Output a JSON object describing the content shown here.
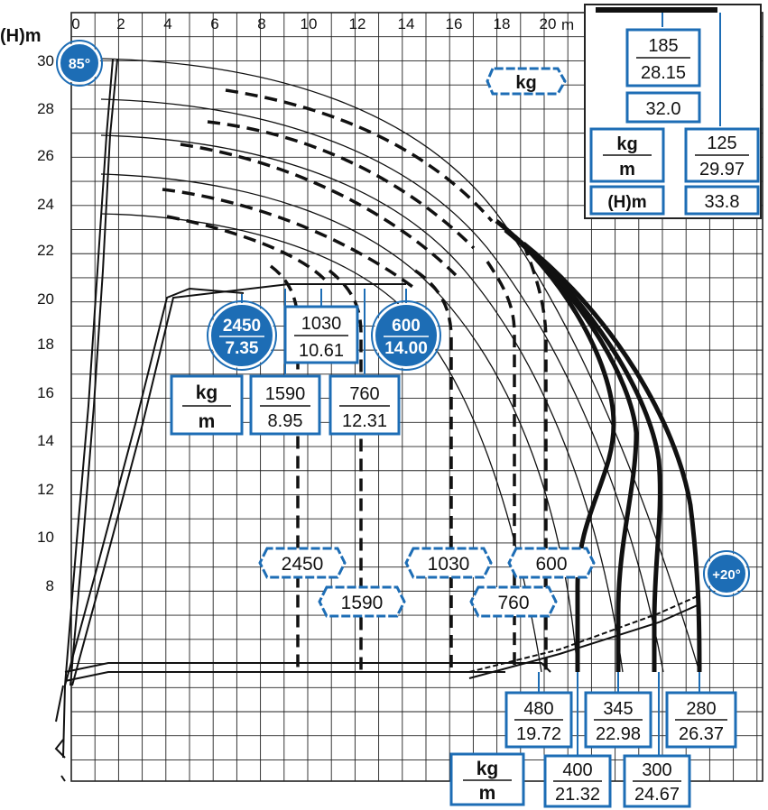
{
  "colors": {
    "accent": "#1d6db5",
    "grid": "#222222",
    "ink": "#111111"
  },
  "axes": {
    "y_label": "(H)m",
    "x_unit": "m",
    "x_ticks": [
      "0",
      "2",
      "4",
      "6",
      "8",
      "10",
      "12",
      "14",
      "16",
      "18",
      "20"
    ],
    "y_ticks": [
      "8",
      "10",
      "12",
      "14",
      "16",
      "18",
      "20",
      "22",
      "24",
      "26",
      "28",
      "30"
    ]
  },
  "angle_badges": {
    "max": "85°",
    "min": "+20°"
  },
  "units": {
    "kg": "kg",
    "m": "m",
    "h": "(H)m"
  },
  "inset_box": {
    "load": "185",
    "reach": "28.15",
    "extension": "32.0",
    "tip_load": "125",
    "tip_reach": "29.97",
    "height": "33.8"
  },
  "upper_boxes": [
    {
      "load": "2450",
      "reach": "7.35",
      "filled": true
    },
    {
      "load": "1030",
      "reach": "10.61",
      "filled": false
    },
    {
      "load": "600",
      "reach": "14.00",
      "filled": true
    },
    {
      "load": "1590",
      "reach": "8.95",
      "filled": false
    },
    {
      "load": "760",
      "reach": "12.31",
      "filled": false
    }
  ],
  "mid_tags": [
    "2450",
    "1590",
    "1030",
    "760",
    "600"
  ],
  "bottom_boxes": [
    {
      "load": "480",
      "reach": "19.72"
    },
    {
      "load": "345",
      "reach": "22.98"
    },
    {
      "load": "280",
      "reach": "26.37"
    },
    {
      "load": "400",
      "reach": "21.32"
    },
    {
      "load": "300",
      "reach": "24.67"
    }
  ]
}
